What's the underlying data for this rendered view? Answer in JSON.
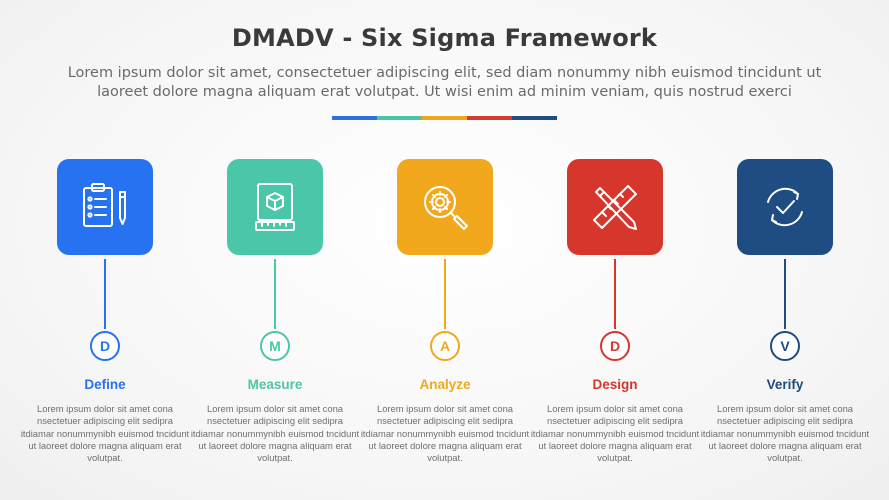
{
  "title": "DMADV - Six Sigma Framework",
  "subtitle": "Lorem ipsum dolor sit amet, consectetuer adipiscing elit, sed diam nonummy nibh euismod tincidunt ut laoreet dolore magna aliquam erat volutpat. Ut wisi enim ad minim veniam, quis nostrud exerci",
  "divider_colors": [
    "#2f6fe0",
    "#4cc5a6",
    "#f0a51f",
    "#d63a2f",
    "#1f4e85"
  ],
  "stages": [
    {
      "letter": "D",
      "label": "Define",
      "color": "#2672f0",
      "icon": "clipboard-checklist-icon",
      "description": "Lorem ipsum dolor sit amet cona nsectetuer adipiscing elit sedipra itdiamar nonummynibh euismod tncidunt ut laoreet dolore magna aliquam erat volutpat."
    },
    {
      "letter": "M",
      "label": "Measure",
      "color": "#4cc6a8",
      "icon": "ruler-box-icon",
      "description": "Lorem ipsum dolor sit amet cona nsectetuer adipiscing elit sedipra itdiamar nonummynibh euismod tncidunt ut laoreet dolore magna aliquam erat volutpat."
    },
    {
      "letter": "A",
      "label": "Analyze",
      "color": "#f2a81c",
      "icon": "magnifier-gear-icon",
      "description": "Lorem ipsum dolor sit amet cona nsectetuer adipiscing elit sedipra itdiamar nonummynibh euismod tncidunt ut laoreet dolore magna aliquam erat volutpat."
    },
    {
      "letter": "D",
      "label": "Design",
      "color": "#d7362c",
      "icon": "pencil-ruler-icon",
      "description": "Lorem ipsum dolor sit amet cona nsectetuer adipiscing elit sedipra itdiamar nonummynibh euismod tncidunt ut laoreet dolore magna aliquam erat volutpat."
    },
    {
      "letter": "V",
      "label": "Verify",
      "color": "#1f4c82",
      "icon": "check-cycle-icon",
      "description": "Lorem ipsum dolor sit amet cona nsectetuer adipiscing elit sedipra itdiamar nonummynibh euismod tncidunt ut laoreet dolore magna aliquam erat volutpat."
    }
  ]
}
